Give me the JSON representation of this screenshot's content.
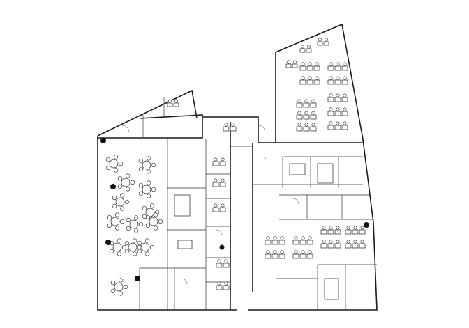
{
  "drawing": {
    "type": "office floor plan",
    "line_color": "#1a1a1a",
    "background": "#ffffff",
    "furniture_symbols": [
      "round-table-cluster",
      "desk-workstation",
      "meeting-table",
      "plant",
      "door-swing"
    ]
  }
}
